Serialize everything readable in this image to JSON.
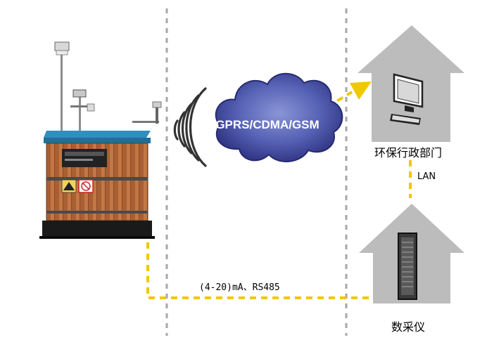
{
  "network_label": "GPRS/CDMA/GSM",
  "nodes": {
    "epb": "环保行政部门",
    "dcollector": "数采仪"
  },
  "links": {
    "lan": "LAN",
    "signal": "(4-20)mA、RS485"
  },
  "colors": {
    "house": "#bcbcbc",
    "divider": "#a7a7a7",
    "link": "#f0c800",
    "cloud": "#3a3e94",
    "cabinet_wood": "#b4693a",
    "cabinet_roof": "#2f8fbf"
  },
  "icons": {
    "device": "monitoring-station-icon",
    "signal": "wireless-signal-icon",
    "computer": "computer-icon",
    "server": "server-rack-icon"
  }
}
